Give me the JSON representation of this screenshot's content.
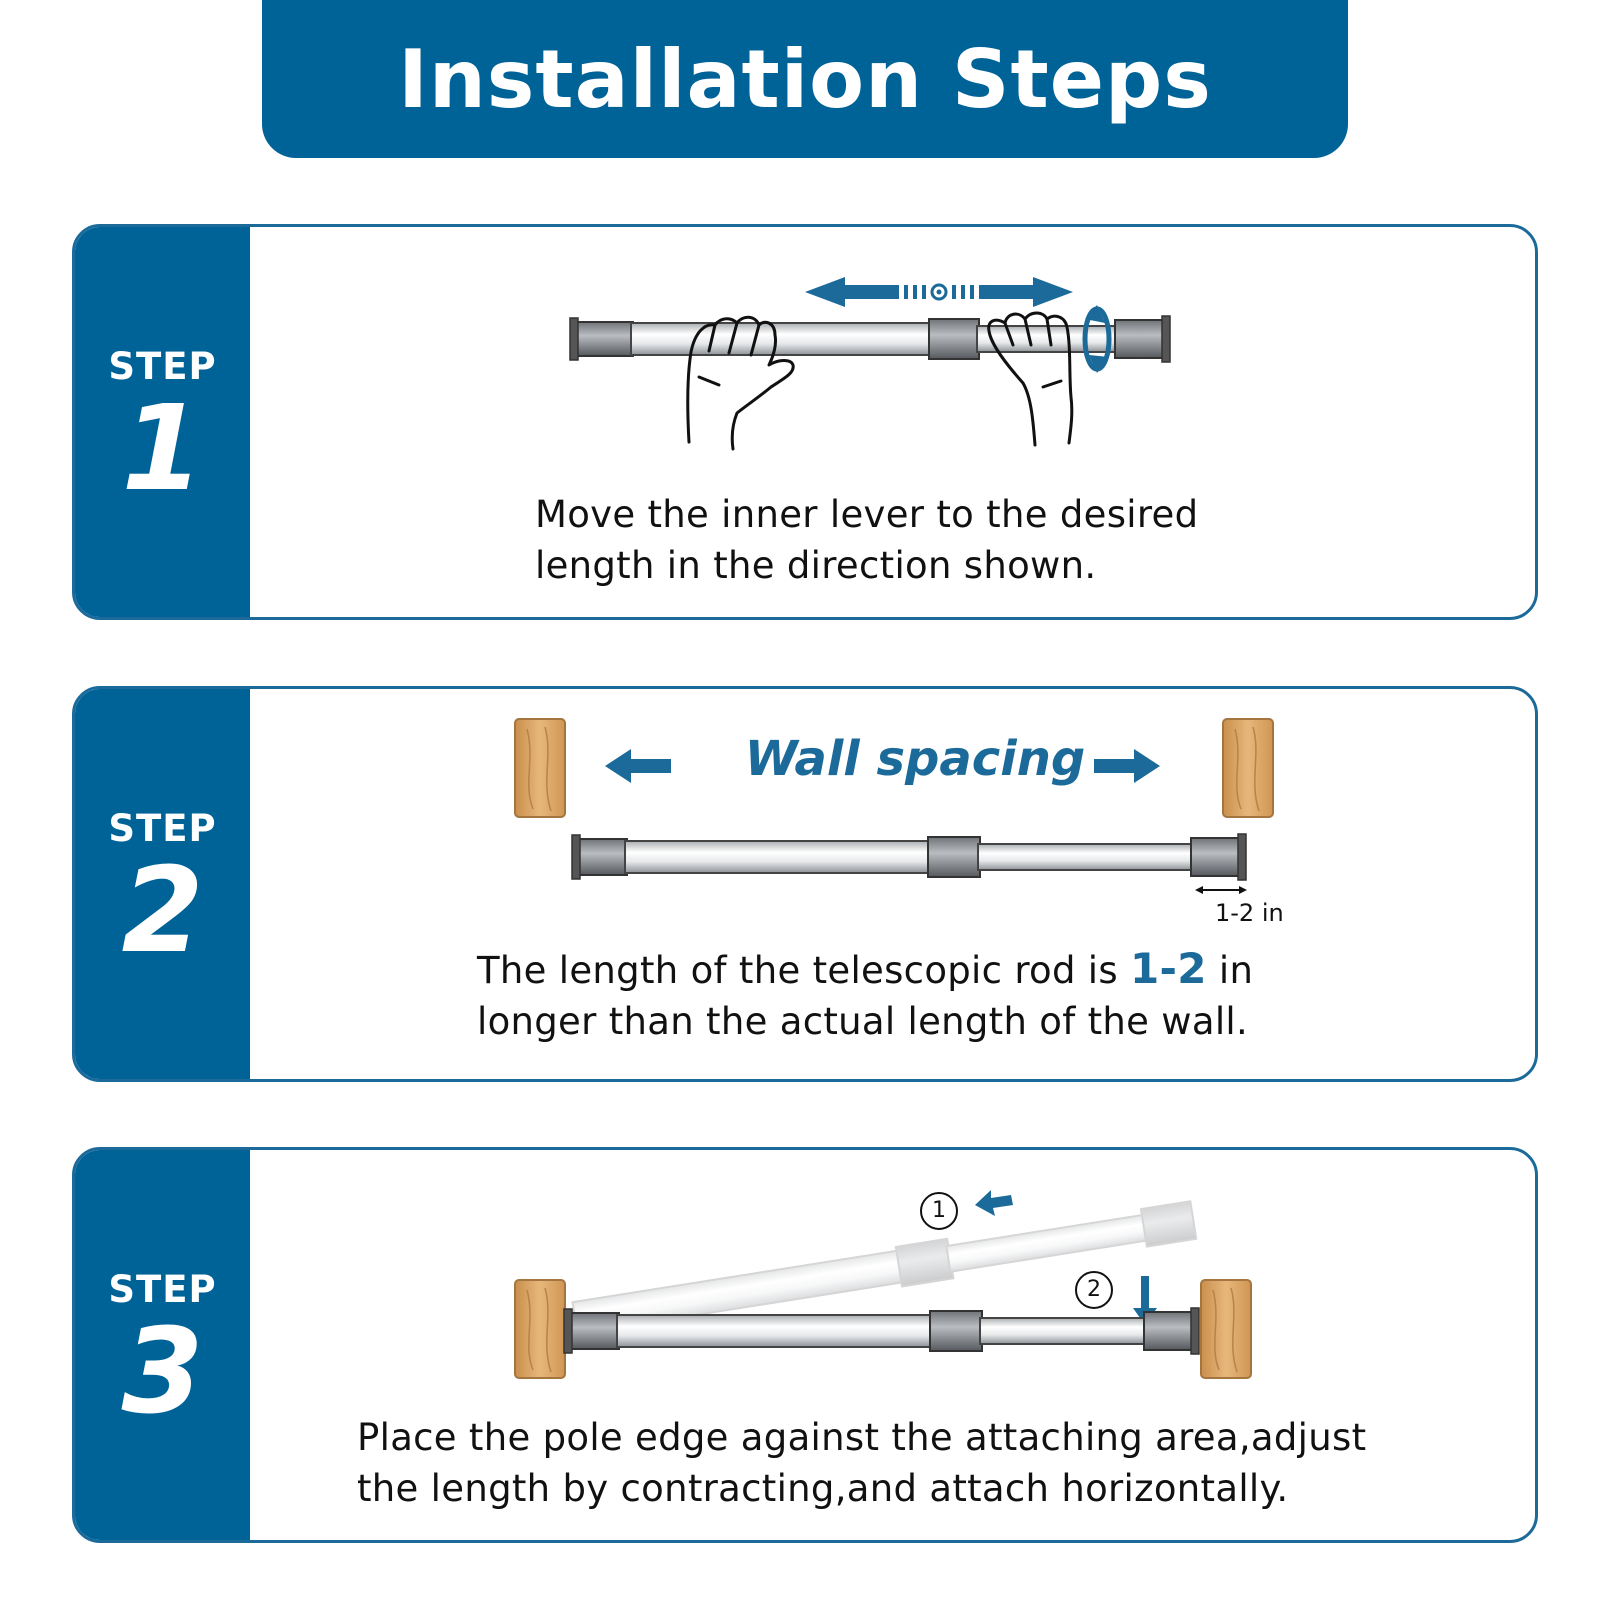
{
  "title": "Installation Steps",
  "colors": {
    "brand_blue": "#006398",
    "accent_blue": "#1b6a9a",
    "wood": "#d9a666"
  },
  "steps": [
    {
      "label": "STEP",
      "number": "1",
      "lines": [
        "Move the inner lever to the desired",
        "length in the direction shown."
      ],
      "icons": [
        "telescopic-rod",
        "hands",
        "direction-arrows",
        "rotate-arrow"
      ]
    },
    {
      "label": "STEP",
      "number": "2",
      "heading": "Wall spacing",
      "gap_label": "1-2 in",
      "text_before": "The length of the telescopic rod is ",
      "highlight": "1-2",
      "text_after": " in",
      "line2": "longer than the actual length of the wall.",
      "icons": [
        "wood-block",
        "arrow-left",
        "arrow-right",
        "telescopic-rod"
      ]
    },
    {
      "label": "STEP",
      "number": "3",
      "marker1": "1",
      "marker2": "2",
      "lines": [
        "Place the pole edge against the attaching area,adjust",
        "the length by contracting,and attach horizontally."
      ],
      "icons": [
        "wood-block",
        "telescopic-rod",
        "arrow-left",
        "arrow-down"
      ]
    }
  ]
}
